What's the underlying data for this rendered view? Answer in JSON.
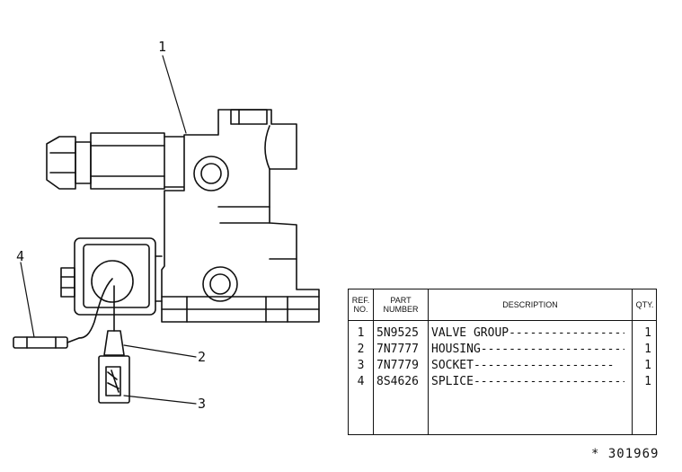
{
  "callouts": [
    "1",
    "2",
    "3",
    "4"
  ],
  "table": {
    "headers": {
      "ref": [
        "REF.",
        "NO."
      ],
      "part": [
        "PART",
        "NUMBER"
      ],
      "description": "DESCRIPTION",
      "qty": "QTY."
    },
    "rows": [
      {
        "ref": "1",
        "part": "5N9525",
        "description": "VALVE GROUP-------------------",
        "qty": "1"
      },
      {
        "ref": "2",
        "part": "7N7777",
        "description": "HOUSING----------------------",
        "qty": "1"
      },
      {
        "ref": "3",
        "part": "7N7779",
        "description": "SOCKET--------------------",
        "qty": "1"
      },
      {
        "ref": "4",
        "part": "8S4626",
        "description": "SPLICE----------------------",
        "qty": "1"
      }
    ]
  },
  "drawing_number": "* 301969"
}
